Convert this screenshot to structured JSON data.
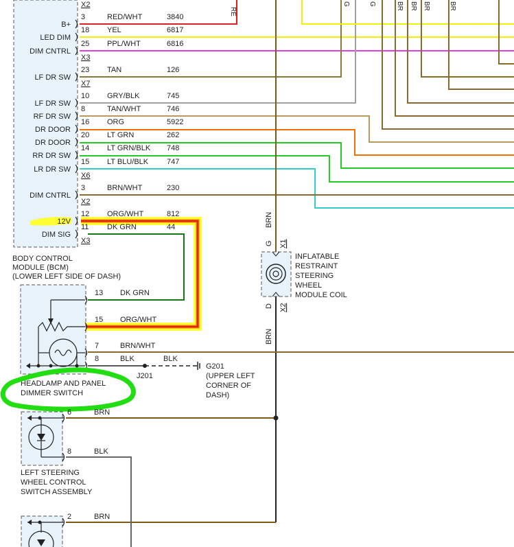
{
  "colors": {
    "red": "#e02020",
    "yellow": "#f0f000",
    "pink": "#e040e0",
    "tan": "#8a7a3a",
    "gray": "#a0a0a0",
    "orange": "#f07000",
    "green": "#22cc22",
    "cyan": "#33cccc",
    "dkgreen": "#117711",
    "brown": "#7a5a10",
    "highlight_yellow": "#ffff33",
    "highlight_green": "#22dd11",
    "module_fill": "#e8f2fa"
  },
  "bcm": {
    "title_lines": [
      "BODY CONTROL",
      "MODULE (BCM)",
      "(LOWER LEFT SIDE OF DASH)"
    ],
    "connectors": [
      "X2",
      "X3",
      "X7",
      "X6",
      "X2",
      "X3"
    ],
    "pins": [
      {
        "label": "B+",
        "pin": "3",
        "color": "RED/WHT",
        "circuit": "3840"
      },
      {
        "label": "LED DIM",
        "pin": "18",
        "color": "YEL",
        "circuit": "6817"
      },
      {
        "label": "DIM CNTRL",
        "pin": "25",
        "color": "PPL/WHT",
        "circuit": "6816"
      },
      {
        "label": "LF DR SW",
        "pin": "23",
        "color": "TAN",
        "circuit": "126"
      },
      {
        "label": "LF DR SW",
        "pin": "10",
        "color": "GRY/BLK",
        "circuit": "745"
      },
      {
        "label": "RF DR SW",
        "pin": "8",
        "color": "TAN/WHT",
        "circuit": "746"
      },
      {
        "label": "DR DOOR",
        "pin": "16",
        "color": "ORG",
        "circuit": "5922"
      },
      {
        "label": "DR DOOR",
        "pin": "20",
        "color": "LT GRN",
        "circuit": "262"
      },
      {
        "label": "RR DR SW",
        "pin": "14",
        "color": "LT GRN/BLK",
        "circuit": "748"
      },
      {
        "label": "LR DR SW",
        "pin": "15",
        "color": "LT BLU/BLK",
        "circuit": "747"
      },
      {
        "label": "DIM CNTRL",
        "pin": "3",
        "color": "BRN/WHT",
        "circuit": "230"
      },
      {
        "label": "12V",
        "pin": "12",
        "color": "ORG/WHT",
        "circuit": "812"
      },
      {
        "label": "DIM SIG",
        "pin": "11",
        "color": "DK GRN",
        "circuit": "44"
      }
    ]
  },
  "coil": {
    "title_lines": [
      "INFLATABLE",
      "RESTRAINT",
      "STEERING",
      "WHEEL",
      "MODULE COIL"
    ],
    "pin_top": "G",
    "conn_top": "X1",
    "pin_bottom": "D",
    "conn_bottom": "X2",
    "wire_top": "BRN",
    "wire_bottom": "BRN"
  },
  "dimmer": {
    "title_lines": [
      "HEADLAMP AND PANEL",
      "DIMMER SWITCH"
    ],
    "pins": [
      {
        "pin": "13",
        "color": "DK GRN"
      },
      {
        "pin": "15",
        "color": "ORG/WHT"
      },
      {
        "pin": "7",
        "color": "BRN/WHT"
      },
      {
        "pin": "8",
        "color": "BLK"
      }
    ],
    "splice_wire": "BLK",
    "splice": "J201",
    "ground": "G201",
    "ground_lines": [
      "(UPPER LEFT",
      "CORNER OF",
      "DASH)"
    ]
  },
  "lswc": {
    "title_lines": [
      "LEFT STEERING",
      "WHEEL CONTROL",
      "SWITCH ASSEMBLY"
    ],
    "pins": [
      {
        "pin": "6",
        "color": "BRN"
      },
      {
        "pin": "8",
        "color": "BLK"
      }
    ]
  },
  "bottom": {
    "pin": "2",
    "color": "BRN"
  },
  "top_cut_labels": [
    "RE",
    "G",
    "G",
    "BR",
    "BR",
    "BR",
    "BR"
  ]
}
